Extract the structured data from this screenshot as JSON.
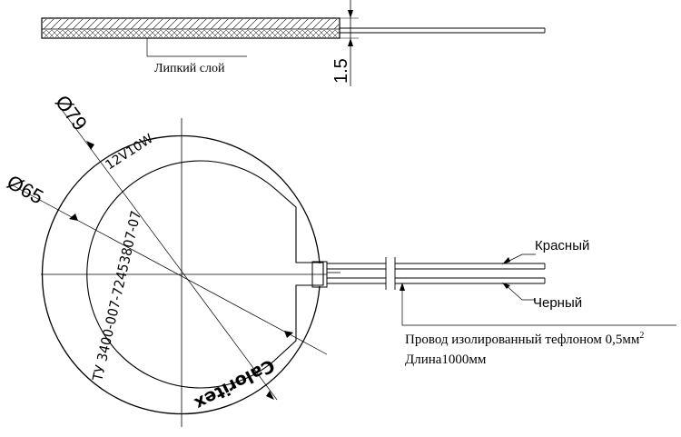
{
  "labels": {
    "adhesive_layer": "Липкий слой",
    "thickness": "1.5",
    "diameter_outer": "Ø79",
    "diameter_inner": "Ø65",
    "power_rating": "12V10W",
    "spec_number": "ТУ 3400-007-72453807-07",
    "brand_mark": "Caloritex",
    "wire_red": "Красный",
    "wire_black": "Черный",
    "wire_desc": "Провод изолированный тефлоном 0,5мм",
    "wire_desc_sup": "2",
    "wire_length": "Длина1000мм"
  },
  "colors": {
    "line": "#000000",
    "fill": "#ffffff"
  }
}
